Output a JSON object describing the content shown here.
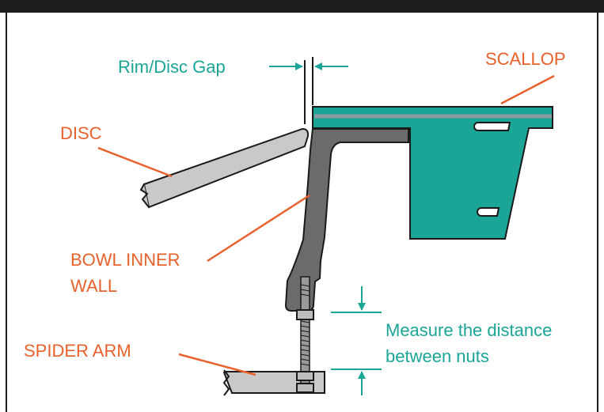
{
  "labels": {
    "rim_disc_gap": "Rim/Disc Gap",
    "scallop": "SCALLOP",
    "disc": "DISC",
    "bowl_inner_wall_line1": "BOWL INNER",
    "bowl_inner_wall_line2": "WALL",
    "spider_arm": "SPIDER ARM",
    "measure_line1": "Measure the distance",
    "measure_line2": "between nuts"
  },
  "colors": {
    "header_bar": "#1e1e1e",
    "label_orange": "#e8612c",
    "teal": "#1ba597",
    "scallop_fill": "#1ba597",
    "scallop_stripe": "#8a9aa0",
    "disc_fill": "#c9c9c9",
    "bowl_fill": "#6b6b6b",
    "outline": "#1a1a1a"
  }
}
